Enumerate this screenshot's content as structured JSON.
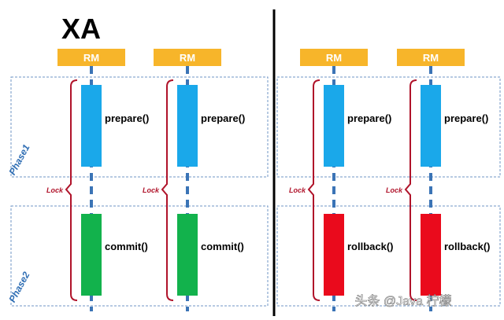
{
  "title": "XA",
  "phase_labels": [
    "Phase1",
    "Phase2"
  ],
  "lock_label": "Lock",
  "columns": [
    {
      "rm_label": "RM",
      "phase1_call": "prepare()",
      "phase2_call": "commit()",
      "phase2_color": "#12b24c"
    },
    {
      "rm_label": "RM",
      "phase1_call": "prepare()",
      "phase2_call": "commit()",
      "phase2_color": "#12b24c"
    },
    {
      "rm_label": "RM",
      "phase1_call": "prepare()",
      "phase2_call": "rollback()",
      "phase2_color": "#ea0a1c"
    },
    {
      "rm_label": "RM",
      "phase1_call": "prepare()",
      "phase2_call": "rollback()",
      "phase2_color": "#ea0a1c"
    }
  ],
  "colors": {
    "rm_fill": "#f7b52a",
    "rm_text": "#ffffff",
    "lifeline": "#3b74b6",
    "phase1_fill": "#1aa8ea",
    "phase_box_border": "#6f96c4",
    "phase_text": "#2e6db3",
    "lock_bracket": "#b0132a",
    "divider": "#000000"
  },
  "watermark": "头条 @Java 柠檬"
}
